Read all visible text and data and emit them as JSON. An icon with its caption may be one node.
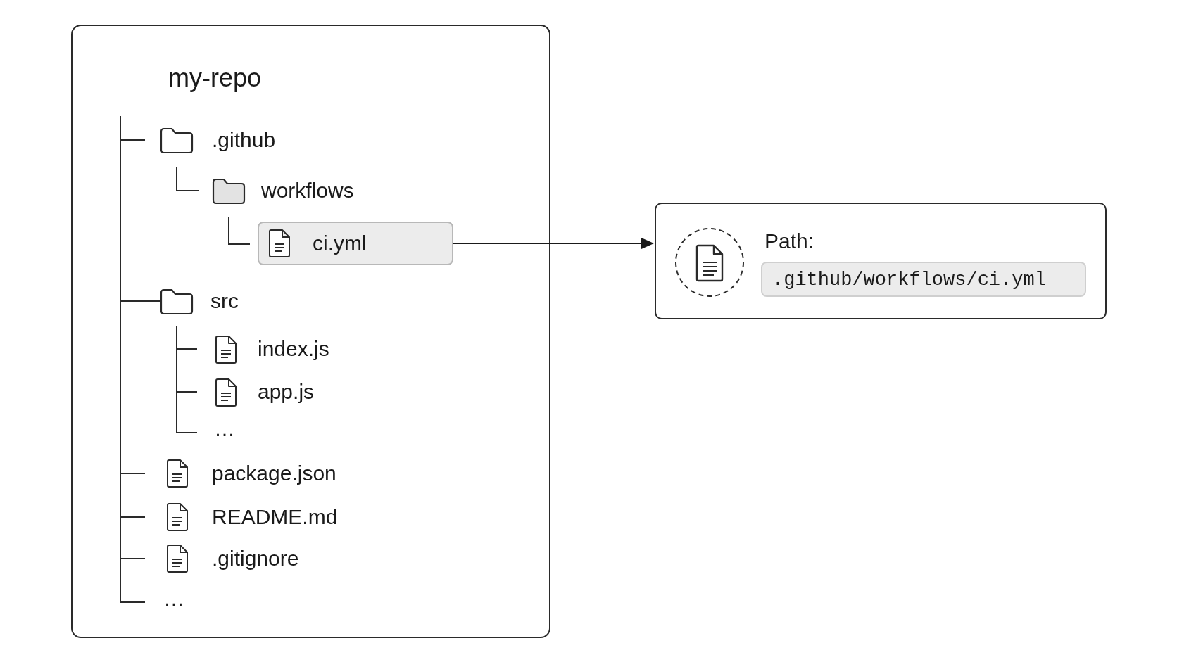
{
  "diagram": {
    "nodes": [
      {
        "text": [
          "my-repo"
        ]
      },
      {
        "text": [
          "ci.yml"
        ],
        "in": 0
      },
      {
        "text": [
          "Path:"
        ]
      },
      {
        "text": [
          ".github/workflows/ci.yml"
        ],
        "in": 2
      }
    ],
    "edges": [
      {
        "from": 1,
        "to": 2,
        "arrow": "to"
      }
    ],
    "labels": [
      ".github",
      "workflows",
      "src",
      "index.js",
      "app.js",
      "…",
      "package.json",
      "README.md",
      ".gitignore",
      "…"
    ]
  }
}
